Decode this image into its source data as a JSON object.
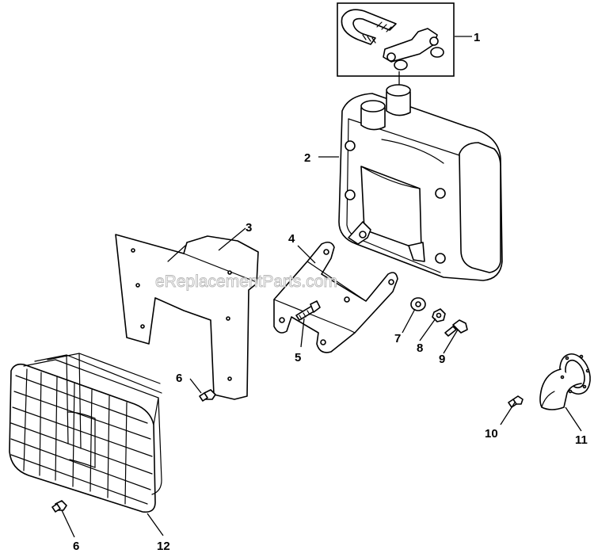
{
  "watermark": "eReplacementParts.com",
  "callouts": {
    "c1": "1",
    "c2": "2",
    "c3": "3",
    "c4": "4",
    "c5": "5",
    "c6a": "6",
    "c7": "7",
    "c8": "8",
    "c9": "9",
    "c10": "10",
    "c11": "11",
    "c6b": "6",
    "c12": "12"
  },
  "icons": {
    "u_bolt_kit": "u-bolt-clamp-kit-icon",
    "muffler": "muffler-icon",
    "heat_shield": "heat-shield-icon",
    "bracket": "muffler-bracket-icon",
    "screw": "screw-icon",
    "washer": "washer-icon",
    "nut": "nut-icon",
    "elbow": "exhaust-elbow-icon",
    "guard": "spark-guard-cage-icon"
  }
}
